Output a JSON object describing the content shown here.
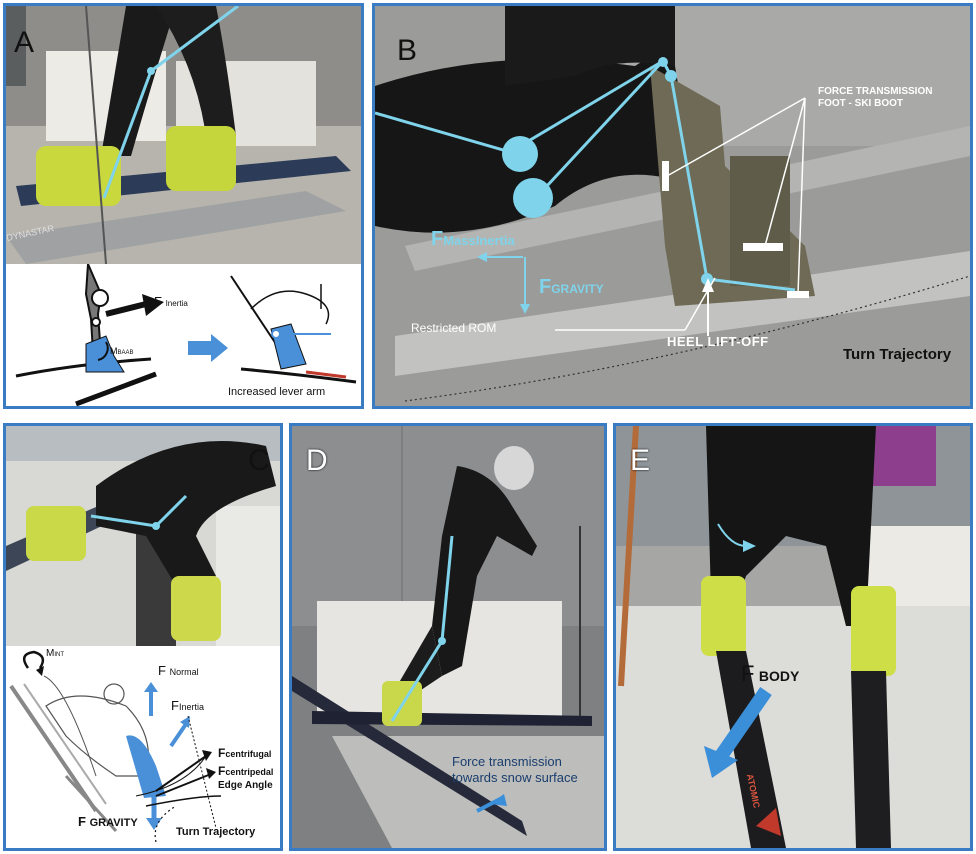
{
  "panels": {
    "a": {
      "letter": "A",
      "f_inertia_main": "F",
      "f_inertia_sub": "Inertia",
      "m_main": "M",
      "m_sub": "BAAB",
      "increased_lever_arm": "Increased lever arm",
      "ski_brand": "DYNASTAR"
    },
    "b": {
      "letter": "B",
      "f_mass_main": "F",
      "f_mass_sub": "MassInertia",
      "f_gravity_main": "F",
      "f_gravity_sub": "GRAVITY",
      "force_transmission_line1": "FORCE TRANSMISSION",
      "force_transmission_line2": "FOOT - SKI BOOT",
      "restricted_rom": "Restricted ROM",
      "heel_lift_off": "HEEL LIFT-OFF",
      "turn_trajectory": "Turn Trajectory"
    },
    "c": {
      "letter": "C",
      "m_int_main": "M",
      "m_int_sub": "INT",
      "f_normal_main": "F",
      "f_normal_sub": "Normal",
      "f_inertia_main": "F",
      "f_inertia_sub": "Inertia",
      "f_centrifugal_main": "F",
      "f_centrifugal_sub": "centrifugal",
      "f_centripedal_main": "F",
      "f_centripedal_sub": "centripedal",
      "edge_angle": "Edge Angle",
      "f_gravity_main": "F",
      "f_gravity_sub": "GRAVITY",
      "turn_trajectory": "Turn Trajectory"
    },
    "d": {
      "letter": "D",
      "force_line1": "Force transmission",
      "force_line2": "towards snow surface"
    },
    "e": {
      "letter": "E",
      "f_body_main": "F",
      "f_body_sub": "BODY",
      "ski_brand": "ATOMIC"
    }
  },
  "colors": {
    "panel_border": "#3a7cc4",
    "skeleton": "#7fd3ea",
    "arrow_blue": "#3b8fd9",
    "boot_yellow": "#d6e24a"
  }
}
